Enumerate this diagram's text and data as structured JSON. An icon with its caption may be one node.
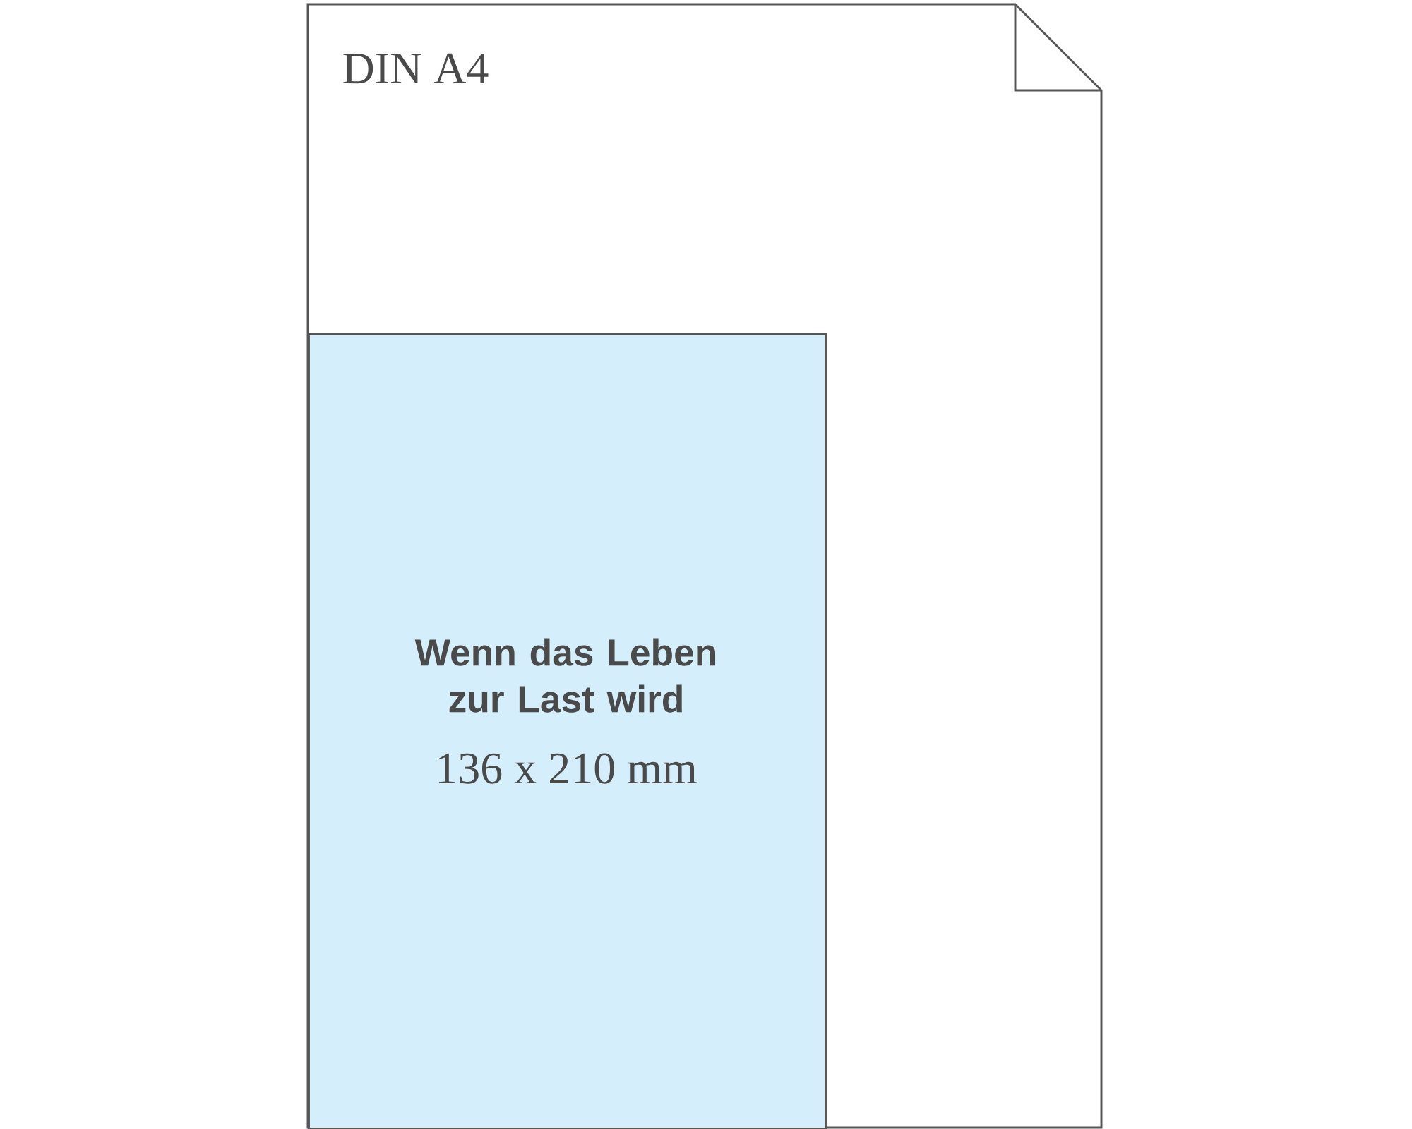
{
  "diagram": {
    "nodes": [
      {
        "text": [
          "DIN A4"
        ]
      },
      {
        "text": [
          "Wenn das Leben zur Last wird",
          "136 x 210 mm"
        ],
        "in": 0
      }
    ]
  }
}
